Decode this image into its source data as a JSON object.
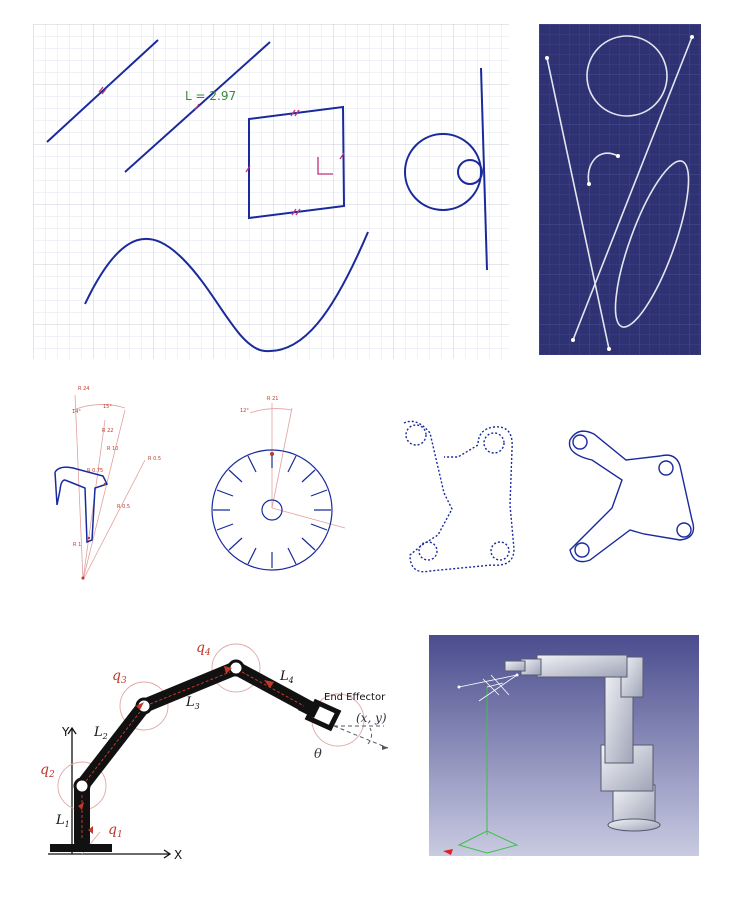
{
  "sketch": {
    "length_label": "L = 2.97"
  },
  "dims": {
    "r24": "R 24",
    "r22": "R 22",
    "r10": "R 10",
    "r075": "R 0.75",
    "r05a": "R 0.5",
    "r05b": "R 0.5",
    "r1": "R 1",
    "deg14": "14°",
    "deg15": "15°",
    "r21": "R 21",
    "deg12": "12°"
  },
  "robot": {
    "q1": "q",
    "q1_sub": "1",
    "q2": "q",
    "q2_sub": "2",
    "q3": "q",
    "q3_sub": "3",
    "q4": "q",
    "q4_sub": "4",
    "l1": "L",
    "l1_sub": "1",
    "l2": "L",
    "l2_sub": "2",
    "l3": "L",
    "l3_sub": "3",
    "l4": "L",
    "l4_sub": "4",
    "end_effector": "End Effector",
    "xy": "(x, y)",
    "theta": "θ",
    "axis_x": "X",
    "axis_y": "Y"
  },
  "colors": {
    "sketch_blue": "#1a2a9c",
    "constraint_magenta": "#c2307a",
    "dark_bg": "#2e3272",
    "dim_red": "#c0392b",
    "robot_red": "#c0392b",
    "viewport_bg": "#5a5c9a"
  }
}
